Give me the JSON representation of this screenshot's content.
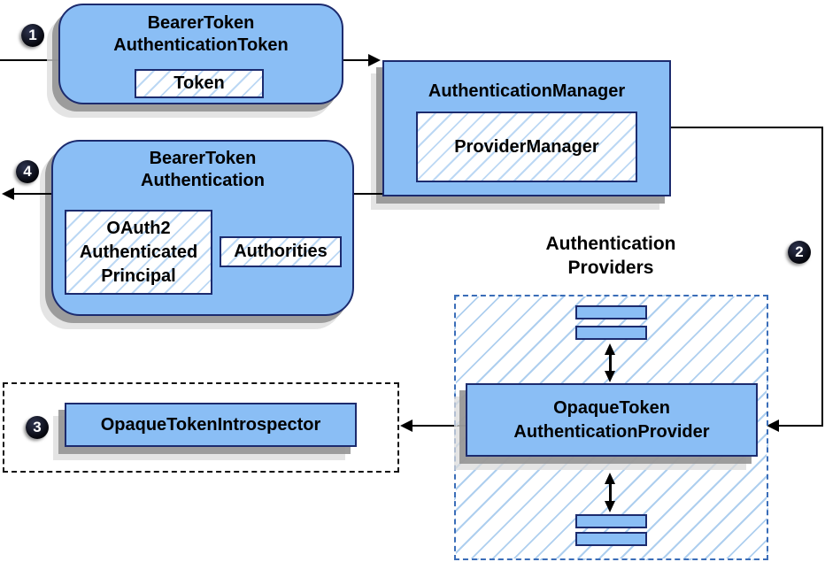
{
  "badges": [
    "1",
    "2",
    "3",
    "4"
  ],
  "nodes": {
    "bearerTokenAuthenticationToken": {
      "titleLines": [
        "BearerToken",
        "AuthenticationToken"
      ],
      "tokenLabel": "Token"
    },
    "authenticationManager": {
      "title": "AuthenticationManager",
      "providerManagerLabel": "ProviderManager"
    },
    "bearerTokenAuthentication": {
      "titleLines": [
        "BearerToken",
        "Authentication"
      ],
      "principalLines": [
        "OAuth2",
        "Authenticated",
        "Principal"
      ],
      "authoritiesLabel": "Authorities"
    },
    "opaqueTokenIntrospector": {
      "title": "OpaqueTokenIntrospector"
    },
    "opaqueTokenAuthenticationProvider": {
      "titleLines": [
        "OpaqueToken",
        "AuthenticationProvider"
      ]
    }
  },
  "groupLabels": {
    "authenticationProviders": [
      "Authentication",
      "Providers"
    ]
  },
  "colors": {
    "nodeFill": "#8ABEF5",
    "nodeBorder": "#1C2B6E",
    "hatchLine": "#BCD8F4",
    "providersDash": "#3A6DB8",
    "introspectorDash": "#111111",
    "arrow": "#000000",
    "badgeFill": "#000000",
    "badgeText": "#FFFFFF",
    "shadow": "#949494"
  }
}
